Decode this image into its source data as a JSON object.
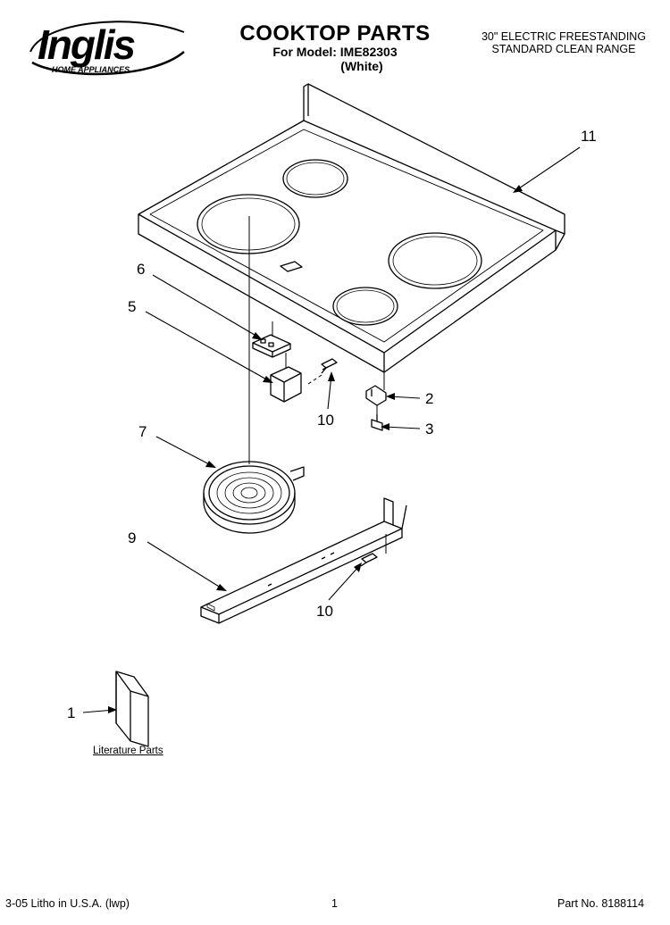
{
  "header": {
    "brand_main": "Inglis",
    "brand_sub": "HOME APPLIANCES",
    "title": "COOKTOP PARTS",
    "model_line": "For Model: IME82303",
    "color_line": "(White)",
    "desc_line1": "30\" ELECTRIC FREESTANDING",
    "desc_line2": "STANDARD CLEAN RANGE"
  },
  "callouts": {
    "c1": "1",
    "c2": "2",
    "c3": "3",
    "c5": "5",
    "c6": "6",
    "c7": "7",
    "c9": "9",
    "c10a": "10",
    "c10b": "10",
    "c11": "11"
  },
  "literature_label": "Literature Parts",
  "footer": {
    "left": "3-05 Litho in U.S.A. (lwp)",
    "center": "1",
    "right": "Part No. 8188114"
  }
}
